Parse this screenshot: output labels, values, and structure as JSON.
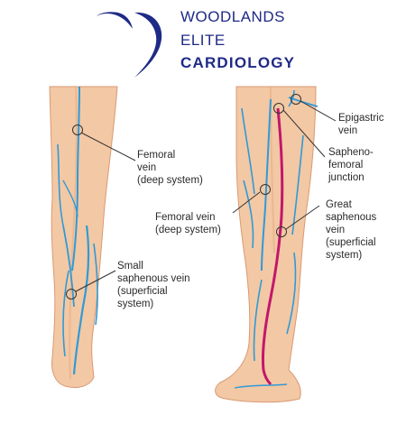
{
  "brand": {
    "line1": "WOODLANDS",
    "line2": "ELITE",
    "line3": "CARDIOLOGY",
    "color": "#1f2a86"
  },
  "colors": {
    "skin": "#f3c8a4",
    "skin_shadow": "#e6ad86",
    "vein_blue": "#2f9ad8",
    "saphenous": "#c2176b",
    "leader": "#333333"
  },
  "labels": {
    "femoral_deep_left": "Femoral\nvein\n(deep system)",
    "small_saphenous": "Small\nsaphenous vein\n(superficial\nsystem)",
    "femoral_deep_right": "Femoral vein\n(deep system)",
    "epigastric": "Epigastric\nvein",
    "saphenofemoral": "Sapheno-\nfemoral\njunction",
    "great_saphenous": "Great\nsaphenous\nvein\n(superficial\nsystem)"
  },
  "icons": {
    "logo": "heart-swoosh-logo-icon"
  }
}
